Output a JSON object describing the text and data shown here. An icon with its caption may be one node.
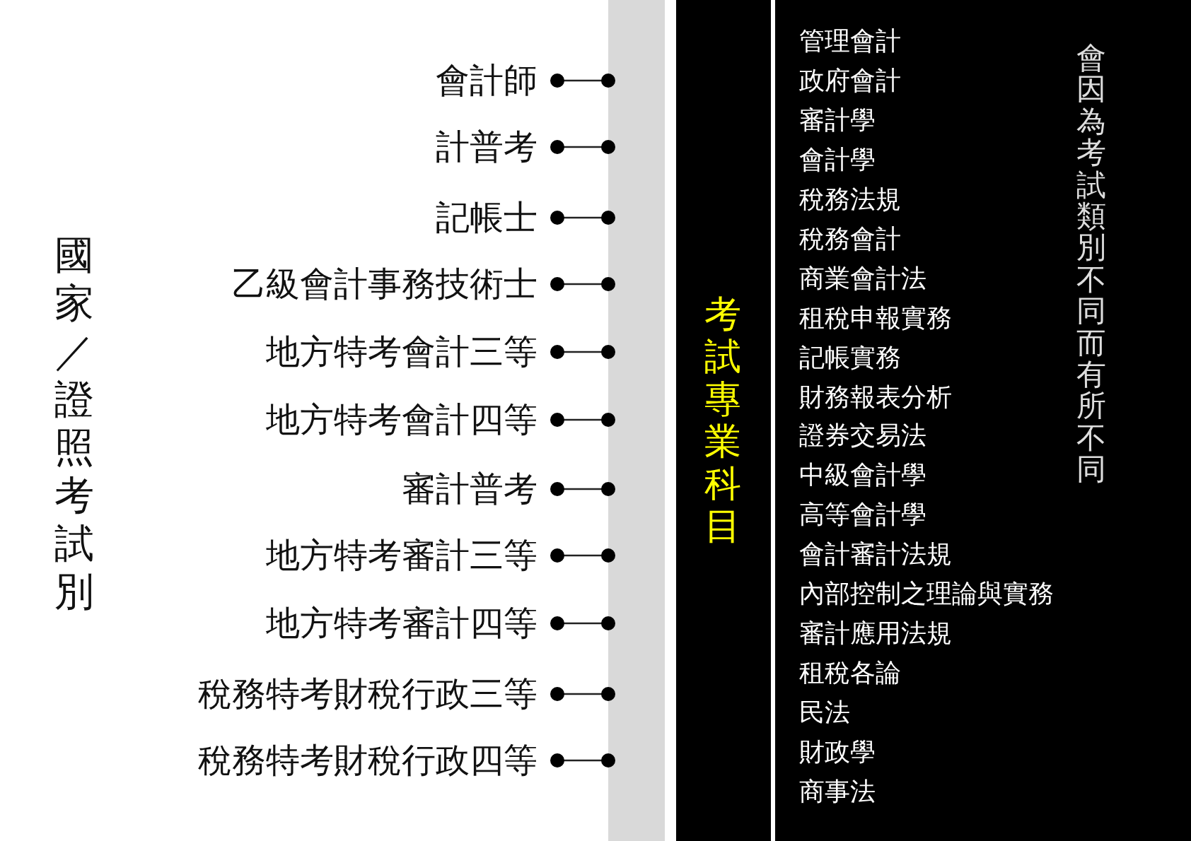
{
  "diagram": {
    "nodes": [
      {
        "text": [
          "會計師"
        ]
      },
      {
        "text": [
          "計普考"
        ]
      },
      {
        "text": [
          "記帳士"
        ]
      },
      {
        "text": [
          "乙級會計事務技術士"
        ]
      },
      {
        "text": [
          "地方特考會計三等"
        ]
      },
      {
        "text": [
          "地方特考會計四等"
        ]
      },
      {
        "text": [
          "審計普考"
        ]
      },
      {
        "text": [
          "地方特考審計三等"
        ]
      },
      {
        "text": [
          "地方特考審計四等"
        ]
      },
      {
        "text": [
          "稅務特考財稅行政三等"
        ]
      },
      {
        "text": [
          "稅務特考財稅行政四等"
        ]
      },
      {
        "text": [],
        "shape": "bar"
      },
      {
        "text": [
          "考試專業科目"
        ]
      }
    ],
    "edges": [
      {
        "from": 0,
        "to": 11,
        "arrow": "other"
      },
      {
        "from": 1,
        "to": 11,
        "arrow": "other"
      },
      {
        "from": 2,
        "to": 11,
        "arrow": "other"
      },
      {
        "from": 3,
        "to": 11,
        "arrow": "other"
      },
      {
        "from": 4,
        "to": 11,
        "arrow": "other"
      },
      {
        "from": 5,
        "to": 11,
        "arrow": "other"
      },
      {
        "from": 6,
        "to": 11,
        "arrow": "other"
      },
      {
        "from": 7,
        "to": 11,
        "arrow": "other"
      },
      {
        "from": 8,
        "to": 11,
        "arrow": "other"
      },
      {
        "from": 9,
        "to": 11,
        "arrow": "other"
      },
      {
        "from": 10,
        "to": 11,
        "arrow": "other"
      }
    ],
    "labels": [
      "國家／證照考試別",
      "管理會計",
      "政府會計",
      "審計學",
      "會計學",
      "稅務法規",
      "稅務會計",
      "商業會計法",
      "租稅申報實務",
      "記帳實務",
      "財務報表分析",
      "證券交易法",
      "中級會計學",
      "高等會計學",
      "會計審計法規",
      "內部控制之理論與實務",
      "審計應用法規",
      "租稅各論",
      "民法",
      "財政學",
      "商事法",
      "會因為考試類別不同而有所不同"
    ]
  }
}
